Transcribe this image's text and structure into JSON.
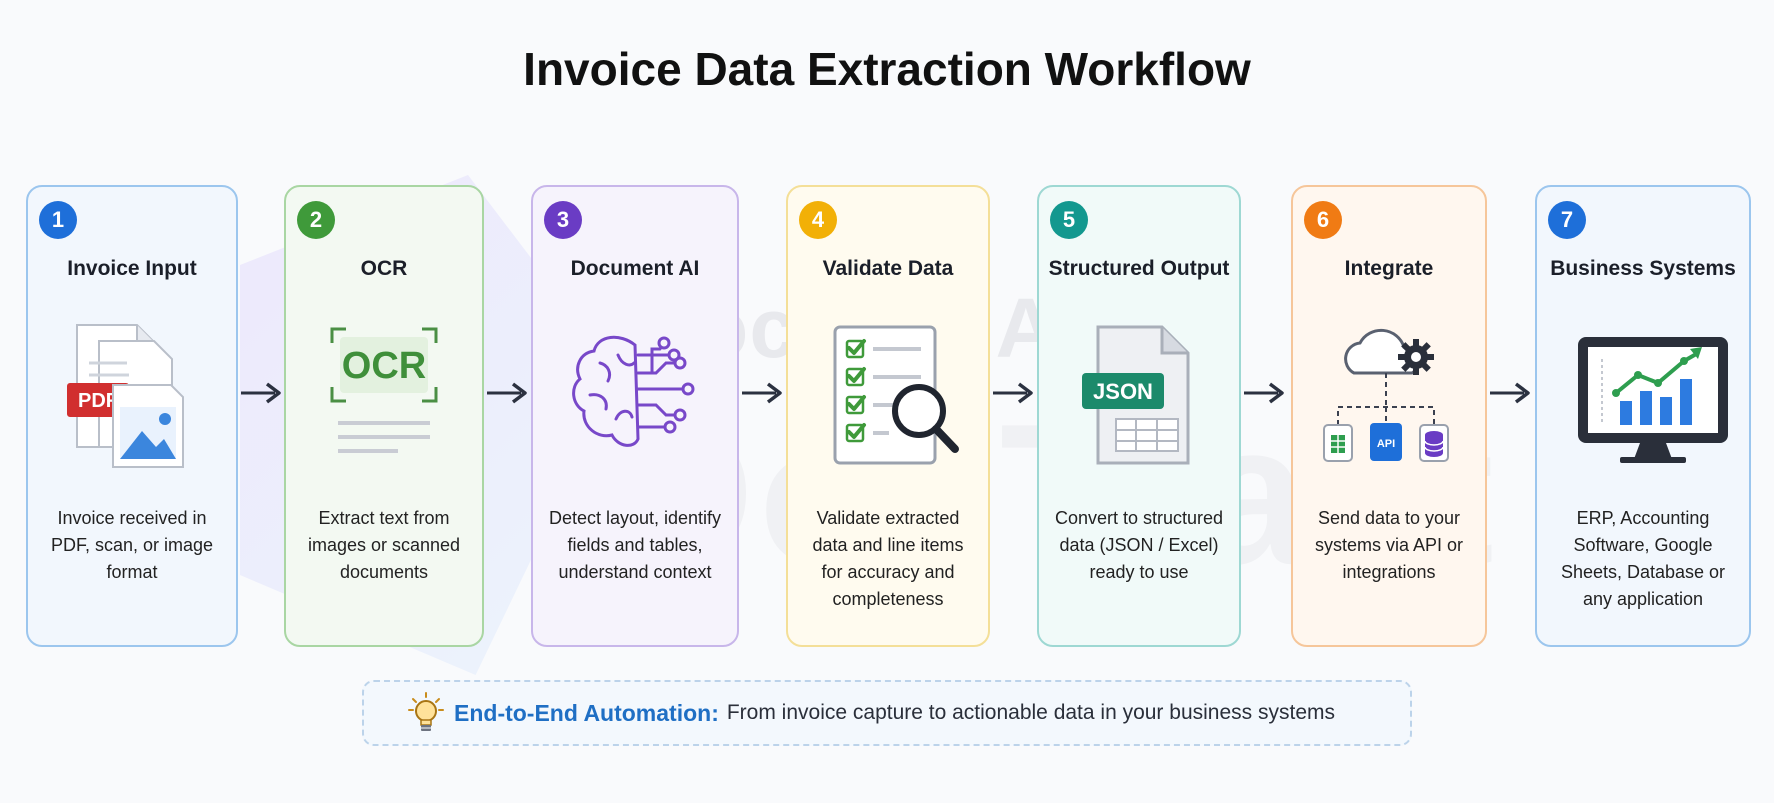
{
  "title": "Invoice Data Extraction Workflow",
  "watermarks": {
    "top": "SoceTonAI",
    "big": "DocTract"
  },
  "steps": [
    {
      "number": "1",
      "title": "Invoice Input",
      "description": "Invoice received in PDF, scan, or image format",
      "icon_label": "PDF",
      "color": "#1e6fd9",
      "border": "#9cc6ee",
      "bg": "#f2f7fd",
      "icon": "pdf-image-icon"
    },
    {
      "number": "2",
      "title": "OCR",
      "description": "Extract text from images or scanned documents",
      "icon_label": "OCR",
      "color": "#3f9a3a",
      "border": "#a9d6a3",
      "bg": "#f3f9f2",
      "icon": "ocr-scan-icon"
    },
    {
      "number": "3",
      "title": "Document AI",
      "description": "Detect layout, identify fields and tables, understand context",
      "icon_label": "",
      "color": "#6a3cc4",
      "border": "#c8b6ea",
      "bg": "#f6f3fc",
      "icon": "brain-circuit-icon"
    },
    {
      "number": "4",
      "title": "Validate Data",
      "description": "Validate extracted data and line items for accuracy and completeness",
      "icon_label": "",
      "color": "#f2b007",
      "border": "#f4df98",
      "bg": "#fffbef",
      "icon": "checklist-magnifier-icon"
    },
    {
      "number": "5",
      "title": "Structured Output",
      "description": "Convert to structured data (JSON / Excel) ready to use",
      "icon_label": "JSON",
      "color": "#13988f",
      "border": "#9ed8d3",
      "bg": "#f1faf9",
      "icon": "json-file-icon"
    },
    {
      "number": "6",
      "title": "Integrate",
      "description": "Send data to your systems via API or integrations",
      "icon_label": "API",
      "color": "#f07b14",
      "border": "#f6c69a",
      "bg": "#fff7ef",
      "icon": "cloud-gear-icon"
    },
    {
      "number": "7",
      "title": "Business Systems",
      "description": "ERP, Accounting Software, Google Sheets, Database or any application",
      "icon_label": "",
      "color": "#1e6fd9",
      "border": "#9cc6ee",
      "bg": "#f2f7fd",
      "icon": "monitor-chart-icon"
    }
  ],
  "banner": {
    "strong": "End-to-End Automation:",
    "text": "From invoice capture to actionable data in your business systems"
  }
}
